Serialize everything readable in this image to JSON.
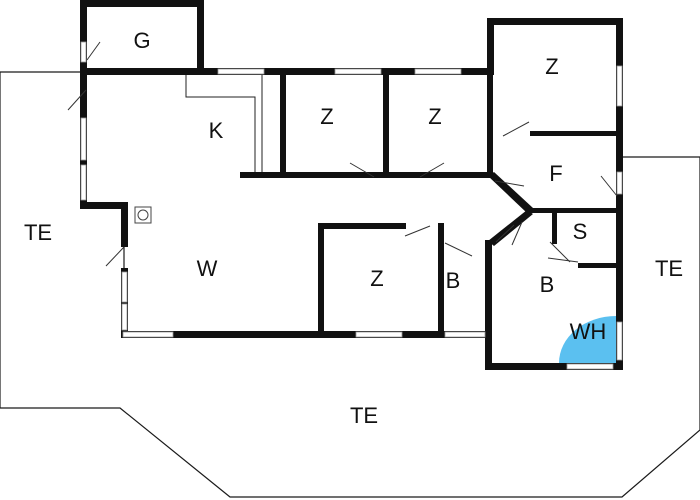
{
  "rooms": {
    "garage": "G",
    "kitchen": "K",
    "bedroom_1": "Z",
    "bedroom_2": "Z",
    "bedroom_3": "Z",
    "bedroom_4": "Z",
    "living": "W",
    "hall": "F",
    "bathroom_1": "B",
    "bathroom_2": "B",
    "storage": "S",
    "whirlpool": "WH"
  },
  "terraces": {
    "west": "TE",
    "east": "TE",
    "south": "TE"
  },
  "colors": {
    "walls": "#111111",
    "whirlpool": "#5bc0f0",
    "background": "#ffffff"
  },
  "icons": {
    "stove": "stove-icon"
  }
}
